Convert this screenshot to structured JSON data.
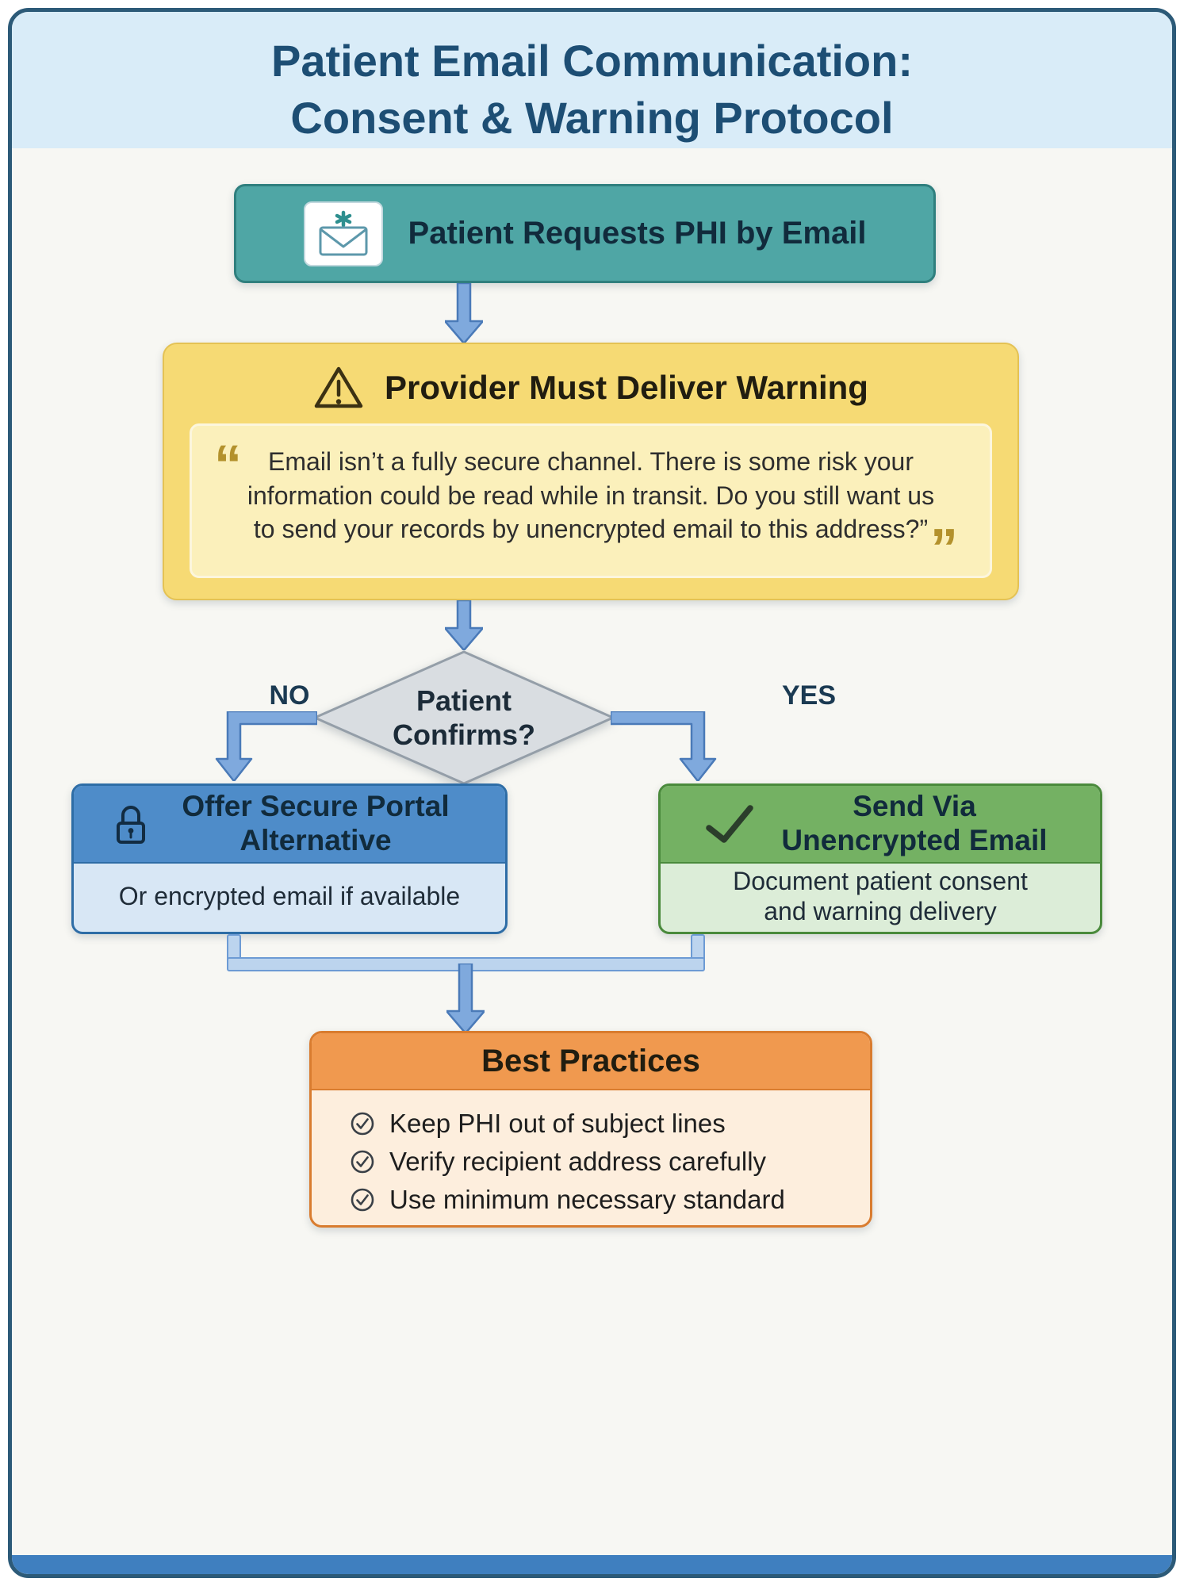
{
  "title": {
    "line1": "Patient Email Communication:",
    "line2": "Consent & Warning Protocol"
  },
  "flow": {
    "request": {
      "label": "Patient Requests PHI by Email"
    },
    "warning": {
      "heading": "Provider Must Deliver Warning",
      "open_mark": "“",
      "close_mark": "”",
      "quote": "Email isn’t a fully secure channel. There is some risk your information could be read while in transit. Do you still want us to send your records by unencrypted email to this address?”"
    },
    "decision": {
      "label": "Patient Confirms?",
      "no_label": "NO",
      "yes_label": "YES"
    },
    "no_branch": {
      "title": "Offer Secure Portal Alternative",
      "body": "Or encrypted email if available"
    },
    "yes_branch": {
      "title": "Send Via Unencrypted Email",
      "body": "Document patient consent and warning delivery"
    },
    "best_practices": {
      "title": "Best Practices",
      "items": [
        "Keep PHI out of subject lines",
        "Verify recipient address carefully",
        "Use minimum necessary standard"
      ]
    }
  },
  "colors": {
    "frame_border": "#2c5a78",
    "header_bg": "#d9ecf8",
    "title_text": "#1d4e74",
    "teal_fill": "#4fa6a5",
    "yellow_fill": "#f6da74",
    "quote_fill": "#fbf0bb",
    "quote_mark": "#b3912c",
    "arrow_fill": "#7fa9dd",
    "diamond_fill": "#d9dde1",
    "blue_fill": "#4e8cc9",
    "blue_body_fill": "#d8e7f5",
    "green_fill": "#74b163",
    "green_body_fill": "#dcedd8",
    "orange_fill": "#f0994f",
    "orange_body_fill": "#fdeedd",
    "bottom_bar": "#3f7fbf"
  }
}
